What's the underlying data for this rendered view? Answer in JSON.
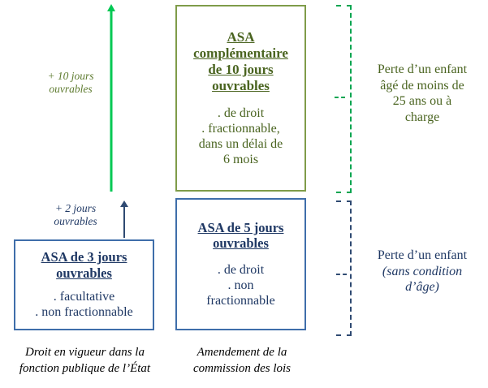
{
  "colors": {
    "green_box_border": "#7f9c49",
    "green_text": "#4a6420",
    "green_arrow": "#00c853",
    "green_bracket": "#00a550",
    "blue_box_border": "#3f6eaa",
    "blue_text": "#1f3864",
    "blue_arrow": "#2f4a72",
    "caption_text": "#000000",
    "background": "#ffffff"
  },
  "boxes": {
    "green_complementary": {
      "title_lines": [
        "ASA",
        "complémentaire",
        "de 10 jours",
        "ouvrables"
      ],
      "body_lines": [
        ". de droit",
        ". fractionnable,",
        "dans un délai de",
        "6 mois"
      ]
    },
    "blue_five_days": {
      "title_lines": [
        "ASA de 5 jours",
        "ouvrables"
      ],
      "body_lines": [
        ". de droit",
        ". non",
        "fractionnable"
      ]
    },
    "blue_three_days": {
      "title_lines": [
        "ASA de 3 jours",
        "ouvrables"
      ],
      "body_lines": [
        ". facultative",
        ". non fractionnable"
      ]
    }
  },
  "arrows": {
    "green_increment": {
      "label_lines": [
        "+ 10 jours",
        "ouvrables"
      ],
      "direction": "up"
    },
    "blue_increment": {
      "label_lines": [
        "+ 2 jours",
        "ouvrables"
      ],
      "direction": "up"
    }
  },
  "brackets": {
    "green": {
      "note_lines": [
        "Perte d’un enfant",
        "âgé de moins de",
        "25 ans ou à",
        "charge"
      ],
      "style": "dashed"
    },
    "blue": {
      "note_line_1": "Perte d’un enfant",
      "note_line_2_italic": "(sans condition",
      "note_line_3_italic": "d’âge)",
      "style": "dashed"
    }
  },
  "captions": {
    "left_lines": [
      "Droit en vigueur dans la",
      "fonction publique de l’État"
    ],
    "right_lines": [
      "Amendement de la",
      "commission des lois"
    ]
  }
}
